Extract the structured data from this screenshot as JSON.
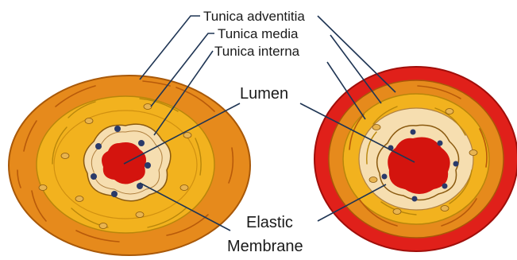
{
  "labels": {
    "tunica_adventitia": "Tunica adventitia",
    "tunica_media": "Tunica media",
    "tunica_interna": "Tunica interna",
    "lumen": "Lumen",
    "elastic_line1": "Elastic",
    "elastic_line2": "Membrane"
  },
  "colors": {
    "adventitia_left": "#e68a1c",
    "adventitia_right": "#e0201a",
    "media": "#f2b21e",
    "interna": "#f6deb0",
    "lumen": "#d4140e",
    "leader_lines": "#1f3554"
  }
}
